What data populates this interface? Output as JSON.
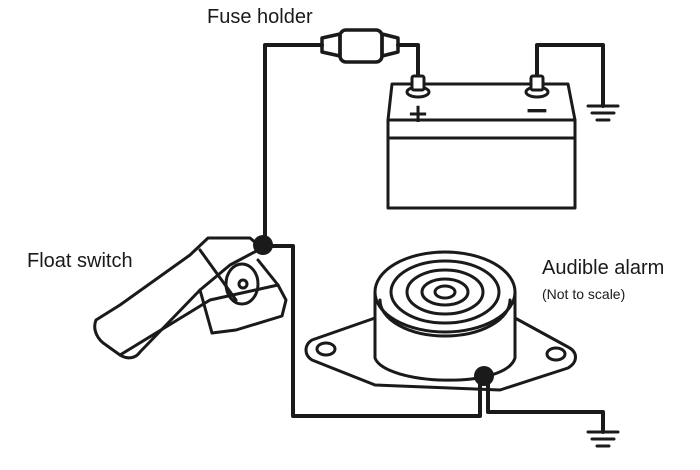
{
  "labels": {
    "fuse_holder": "Fuse holder",
    "float_switch": "Float switch",
    "audible_alarm": "Audible alarm",
    "not_to_scale": "(Not to scale)"
  },
  "battery": {
    "positive_symbol": "+",
    "negative_symbol": "−"
  },
  "colors": {
    "line": "#1a1a1a",
    "background": "#ffffff"
  },
  "icons": [
    "fuse-holder-icon",
    "battery-icon",
    "float-switch-icon",
    "audible-alarm-icon",
    "ground-icon"
  ]
}
